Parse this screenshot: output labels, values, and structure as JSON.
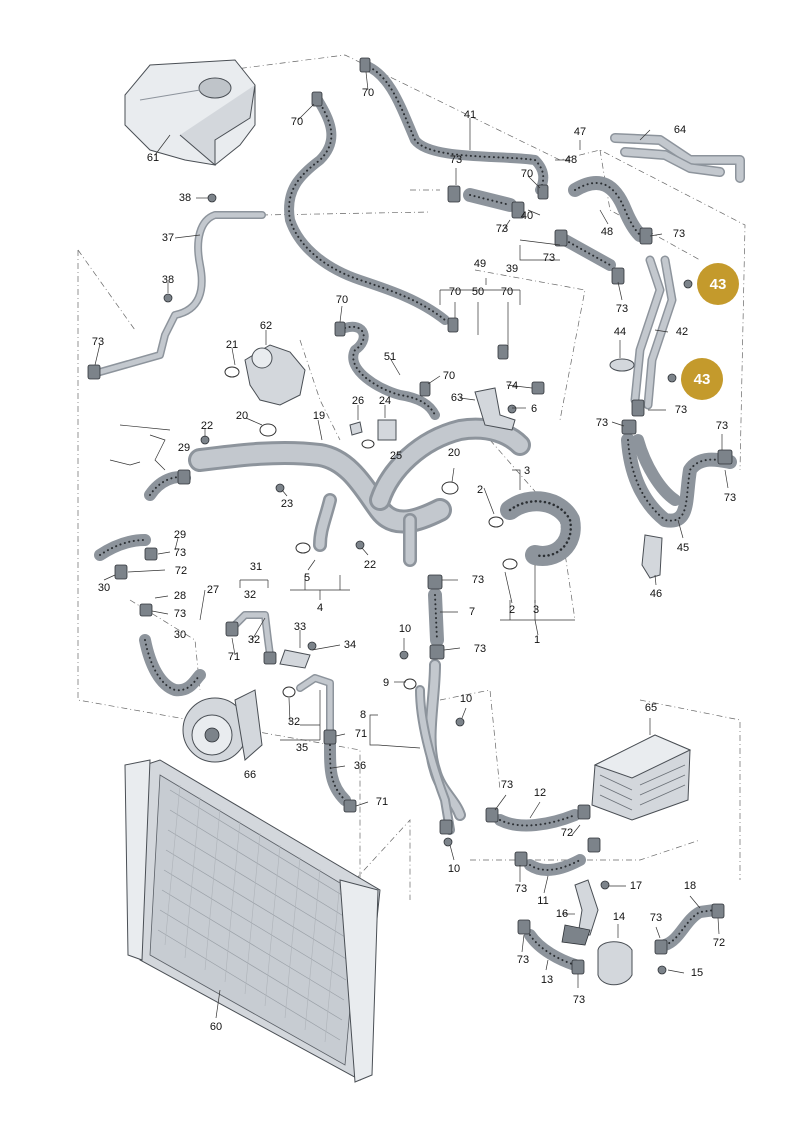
{
  "diagram": {
    "callouts": [
      "1",
      "2",
      "3",
      "4",
      "5",
      "6",
      "7",
      "8",
      "9",
      "10",
      "11",
      "12",
      "13",
      "14",
      "15",
      "16",
      "17",
      "18",
      "19",
      "20",
      "21",
      "22",
      "23",
      "24",
      "25",
      "26",
      "27",
      "28",
      "29",
      "30",
      "31",
      "32",
      "33",
      "34",
      "35",
      "36",
      "37",
      "38",
      "39",
      "40",
      "41",
      "42",
      "43",
      "44",
      "45",
      "46",
      "47",
      "48",
      "49",
      "50",
      "51",
      "60",
      "61",
      "62",
      "63",
      "64",
      "65",
      "66",
      "70",
      "71",
      "72",
      "73",
      "74"
    ],
    "highlighted_callout": "43",
    "highlight_color": "#c49a2c",
    "label_color": "#111111",
    "line_color": "#333333",
    "part_fill": "#d3d7dc",
    "hose_fill": "#8d949c"
  }
}
